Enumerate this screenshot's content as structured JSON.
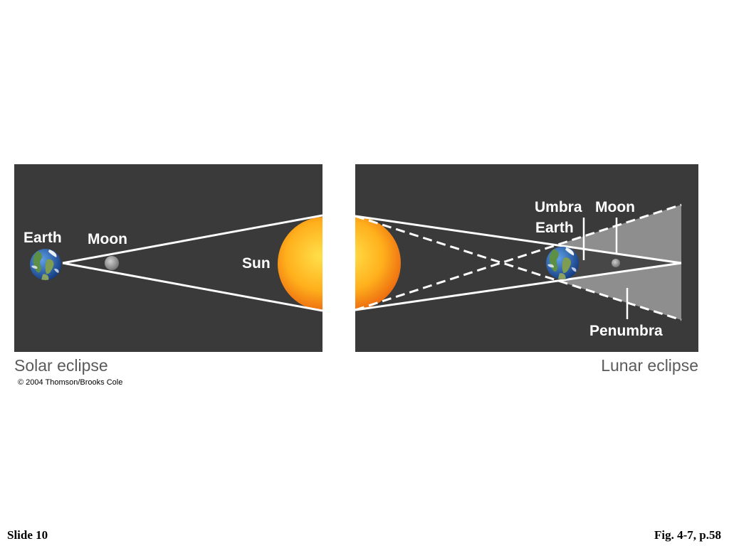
{
  "slide": {
    "number_label": "Slide 10",
    "figure_ref": "Fig. 4-7, p.58"
  },
  "figure": {
    "copyright": "© 2004 Thomson/Brooks Cole",
    "solar_eclipse": {
      "caption": "Solar eclipse",
      "labels": {
        "earth": "Earth",
        "moon": "Moon",
        "sun": "Sun"
      }
    },
    "lunar_eclipse": {
      "caption": "Lunar eclipse",
      "labels": {
        "umbra": "Umbra",
        "moon": "Moon",
        "earth": "Earth",
        "penumbra": "Penumbra"
      }
    }
  },
  "colors": {
    "panel_background": "#3a3a3a",
    "penumbra": "#8e8e8e",
    "umbra": "#474747",
    "ray_lines": "#ffffff",
    "sun_core": "#ffe04a",
    "sun_mid": "#ffb01c",
    "sun_edge": "#ec6a10",
    "earth_ocean_light": "#5fa0e6",
    "earth_ocean_dark": "#123a80",
    "moon_light": "#cfcfcf",
    "moon_dark": "#727272"
  }
}
